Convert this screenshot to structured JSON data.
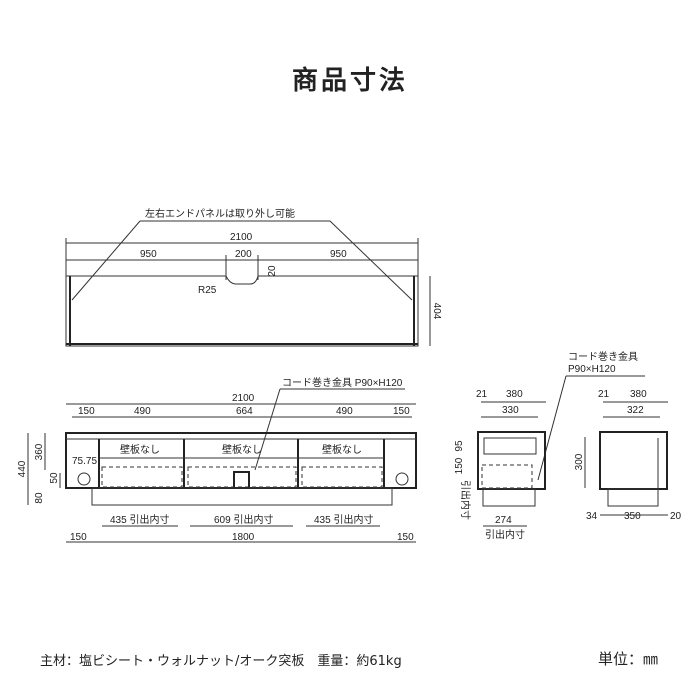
{
  "title": "商品寸法",
  "plan_view": {
    "note": "左右エンドパネルは取り外し可能",
    "width": "2100",
    "left": "950",
    "center": "200",
    "right": "950",
    "notch_depth": "20",
    "radius": "R25",
    "depth": "404"
  },
  "front_view": {
    "cord_note": "コード巻き金具 P90×H120",
    "width": "2100",
    "segments": [
      "150",
      "490",
      "664",
      "490",
      "150"
    ],
    "no_back_panel": [
      "壁板なし",
      "壁板なし",
      "壁板なし"
    ],
    "hole_offset": "75.75",
    "heights": {
      "total": "440",
      "body": "360",
      "hole": "50",
      "base": "80"
    },
    "drawer_inner": [
      "435 引出内寸",
      "609 引出内寸",
      "435 引出内寸"
    ],
    "bottom": [
      "150",
      "1800",
      "150"
    ]
  },
  "side_section_a": {
    "cord_note_1": "コード巻き金具",
    "cord_note_2": "P90×H120",
    "offset": "21",
    "depth": "380",
    "inner": "330",
    "top_h": "95",
    "drawer_h": "150",
    "drawer_label": "引出内寸",
    "drawer_depth": "274",
    "drawer_depth_label": "引出内寸"
  },
  "side_section_b": {
    "offset": "21",
    "depth": "380",
    "inner": "322",
    "height": "300",
    "left": "34",
    "middle": "350",
    "right": "20"
  },
  "footer": {
    "material": "主材：塩ビシート・ウォルナット/オーク突板　重量：約61kg",
    "unit": "単位：㎜"
  }
}
